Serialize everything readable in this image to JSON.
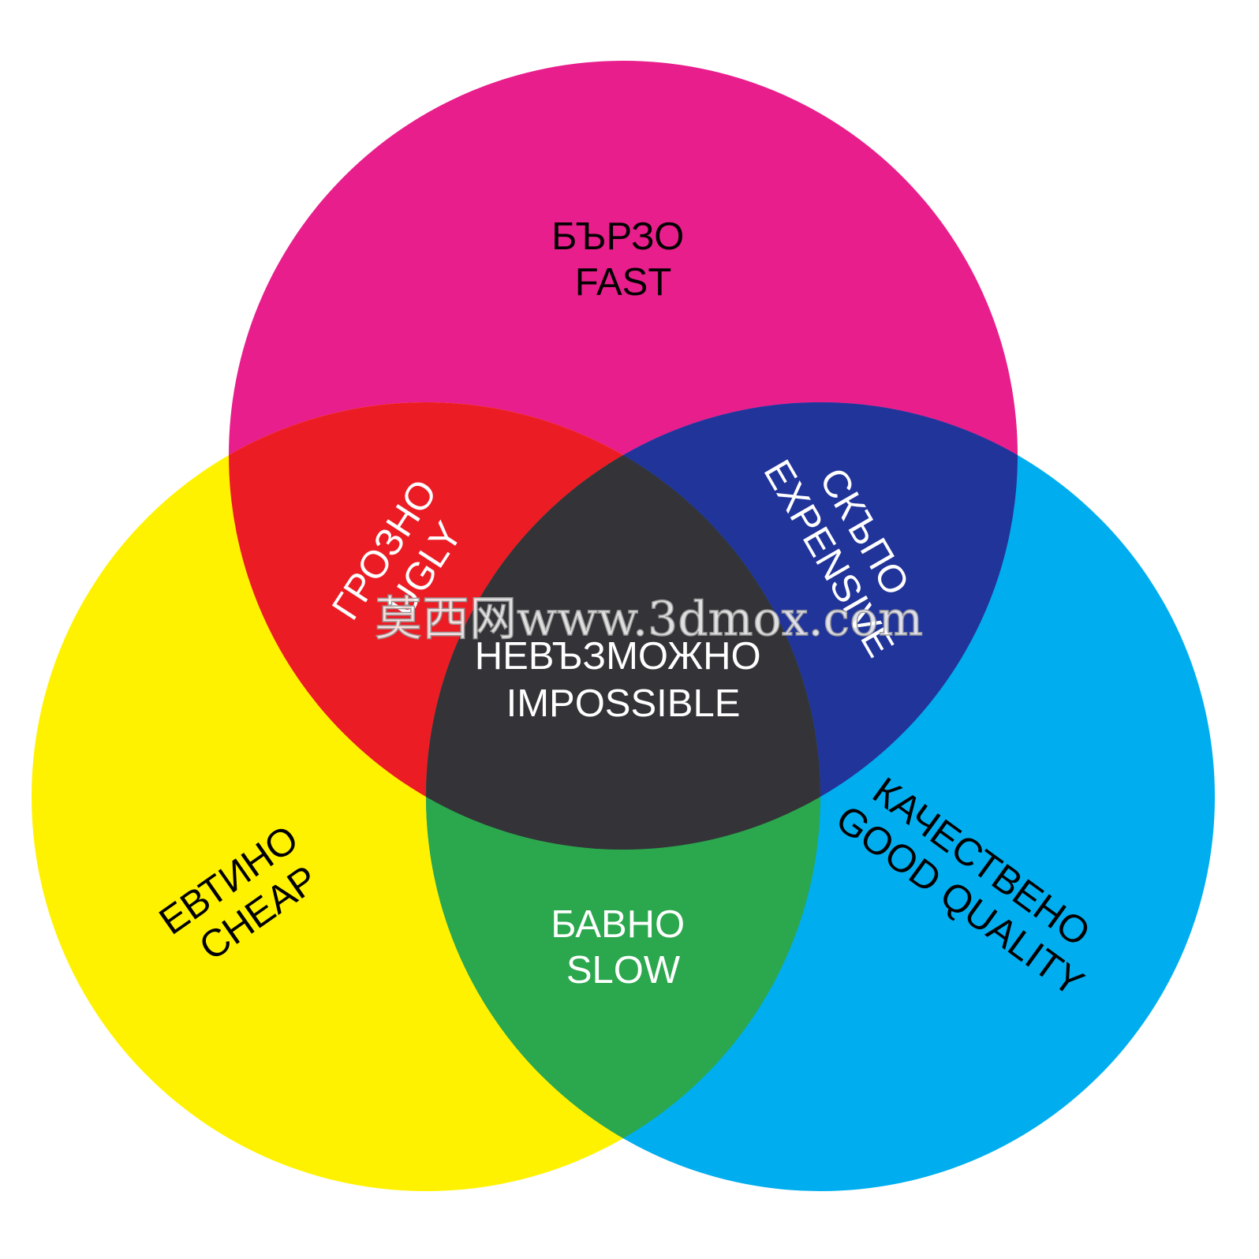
{
  "colors": {
    "background": "#ffffff",
    "fast_circle": "#e81e8c",
    "cheap_circle": "#fff200",
    "quality_circle": "#00aeef",
    "fast_cheap_overlap": "#ec1c24",
    "fast_quality_overlap": "#21349a",
    "cheap_quality_overlap": "#2ba74d",
    "center_overlap": "#333338",
    "dark_text": "#000000",
    "light_text": "#ffffff"
  },
  "circles": {
    "fast": {
      "line1": "БЪРЗО",
      "line2": "FAST"
    },
    "cheap": {
      "line1": "ЕВТИНО",
      "line2": "CHEAP"
    },
    "quality": {
      "line1": "КАЧЕСТВЕНО",
      "line2": "GOOD QUALITY"
    }
  },
  "overlaps": {
    "fast_cheap": {
      "line1": "ГРОЗНО",
      "line2": "UGLY"
    },
    "fast_quality": {
      "line1": "СКЪПО",
      "line2": "EXPENSIVE"
    },
    "cheap_quality": {
      "line1": "БАВНО",
      "line2": "SLOW"
    },
    "center": {
      "line1": "НЕВЪЗМОЖНО",
      "line2": "IMPOSSIBLE"
    }
  },
  "watermark": "莫西网www.3dmox.com"
}
